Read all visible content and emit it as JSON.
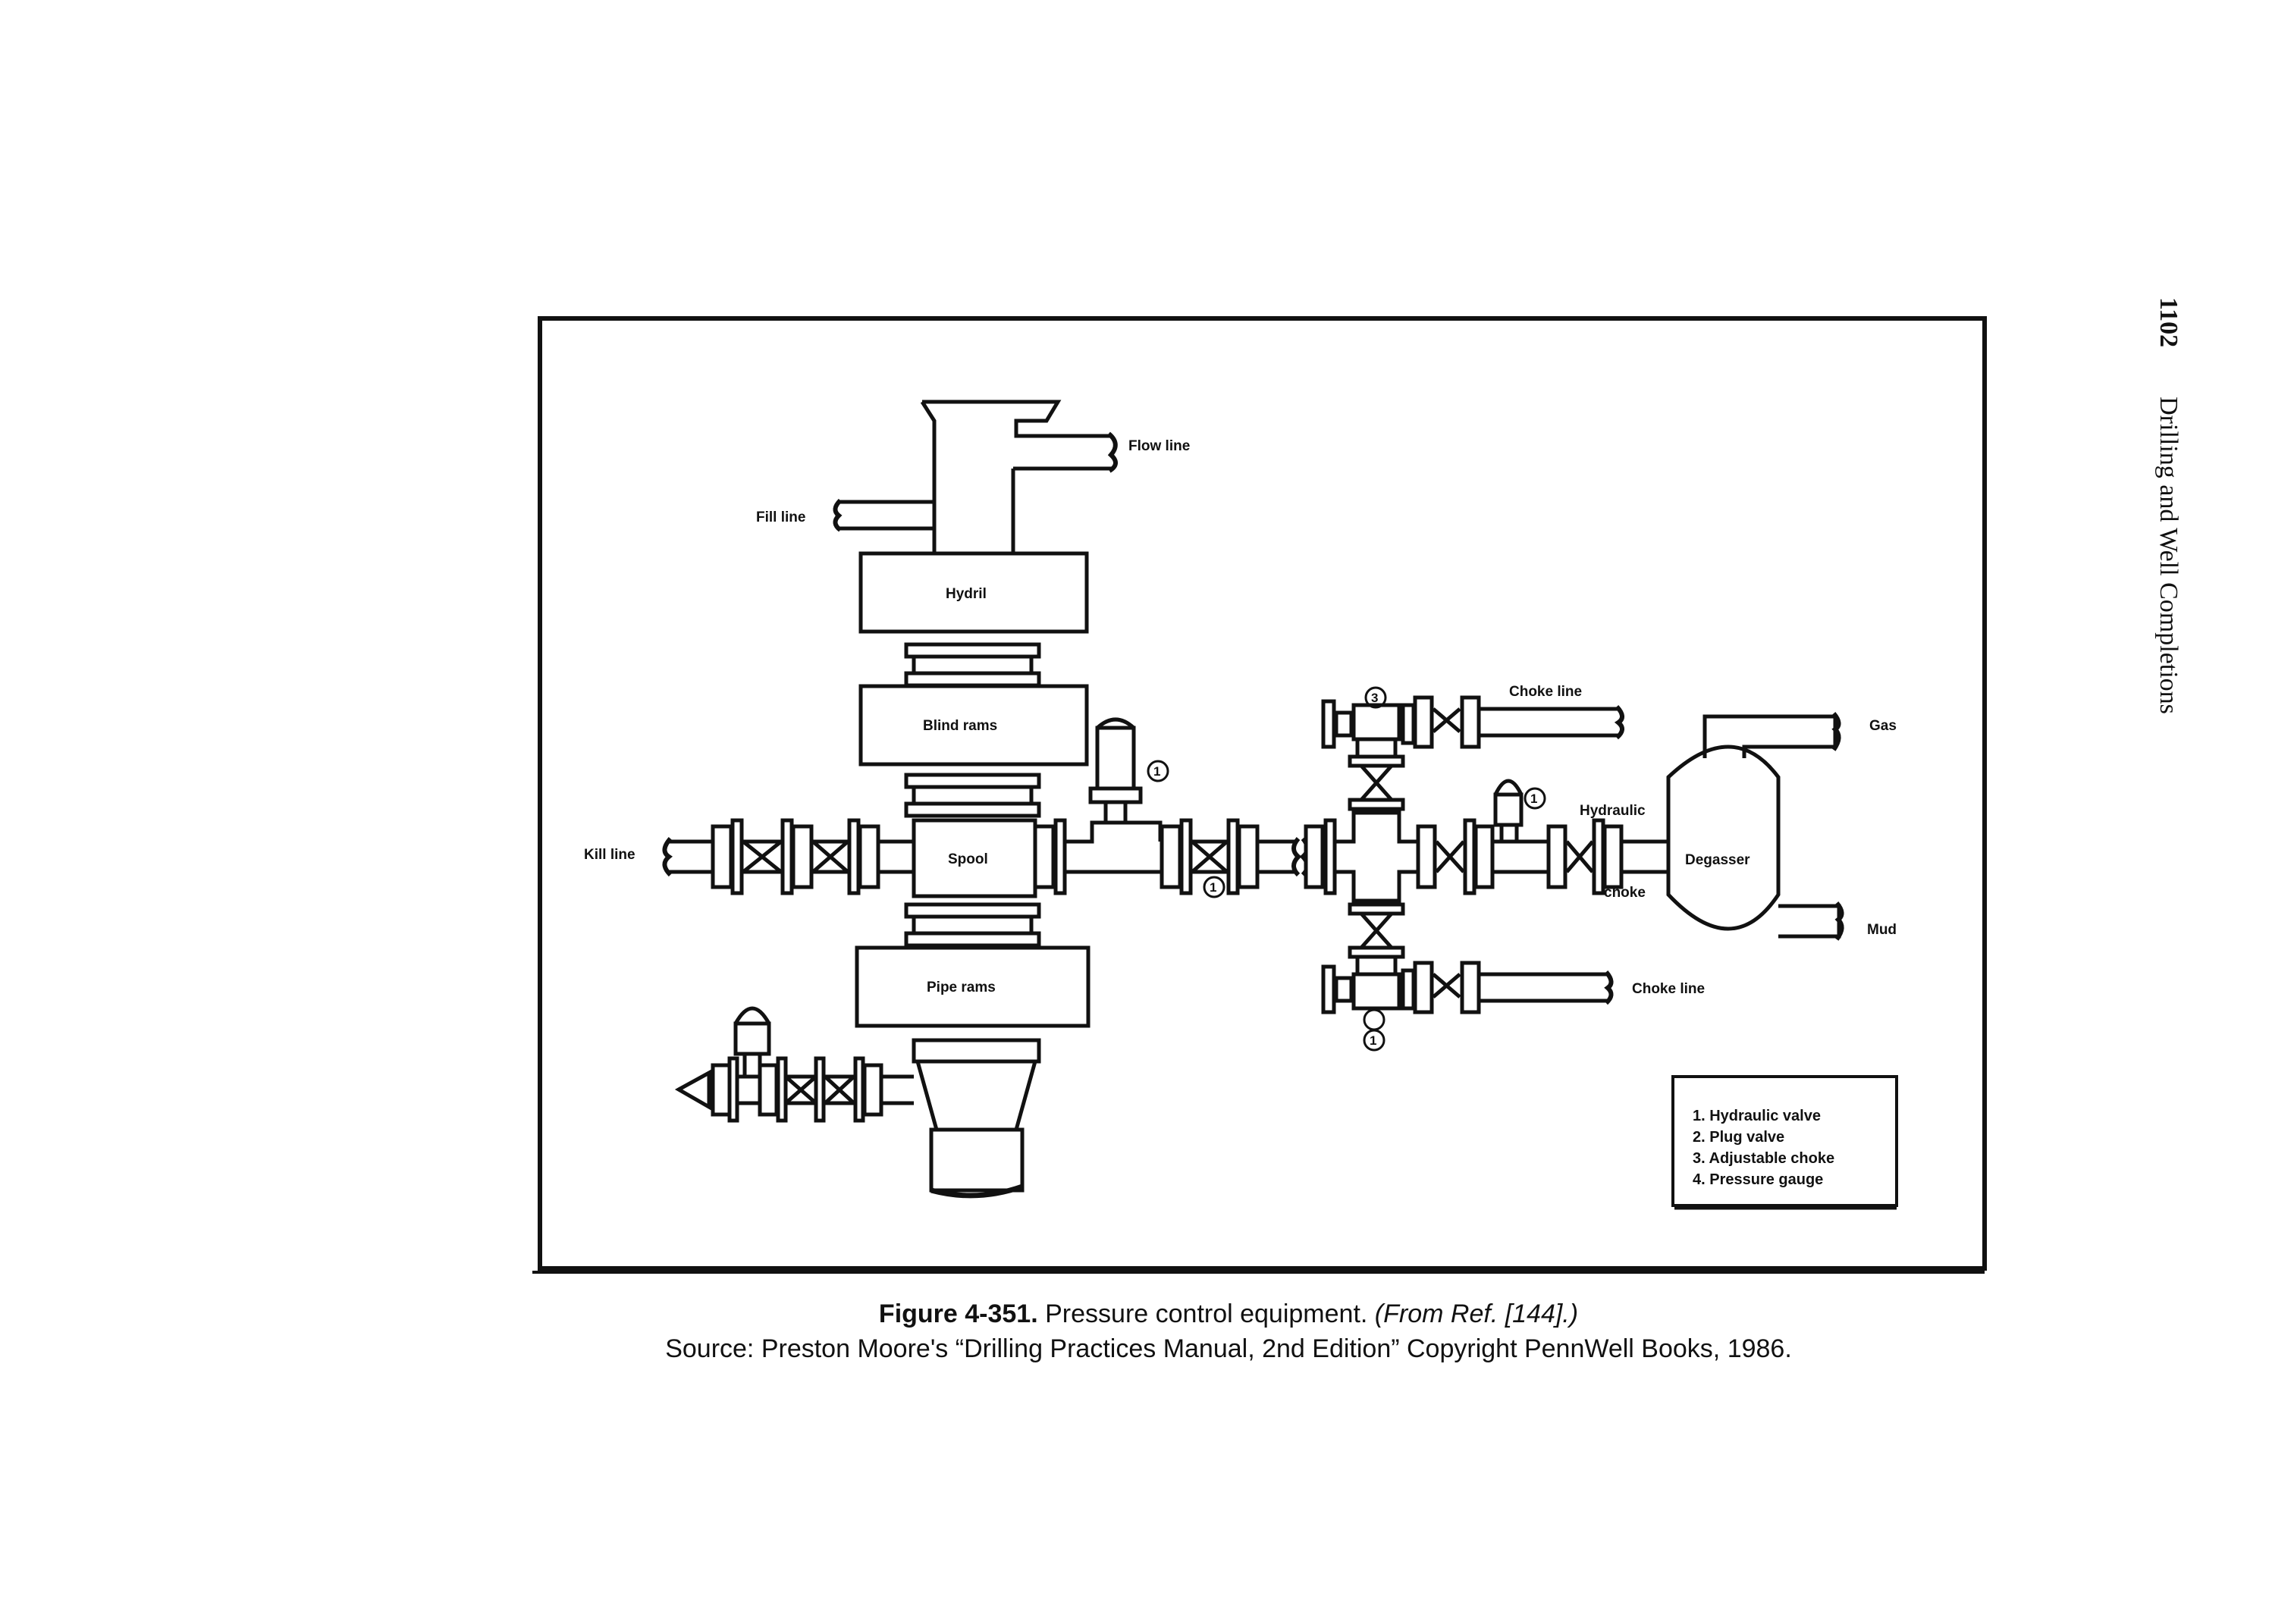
{
  "running_head": {
    "page_number": "1102",
    "book_title": "Drilling and Well Completions"
  },
  "diagram": {
    "labels": {
      "flow_line": "Flow line",
      "fill_line": "Fill line",
      "hydril": "Hydril",
      "blind_rams": "Blind rams",
      "spool": "Spool",
      "pipe_rams": "Pipe rams",
      "kill_line": "Kill line",
      "choke_line_top": "Choke line",
      "choke_line_bottom": "Choke line",
      "hydraulic": "Hydraulic",
      "choke": "choke",
      "degasser": "Degasser",
      "gas": "Gas",
      "mud": "Mud"
    },
    "valve_markers": [
      "1",
      "1",
      "3",
      "1",
      "1"
    ],
    "legend": [
      "1.  Hydraulic valve",
      "2.  Plug valve",
      "3.  Adjustable choke",
      "4.  Pressure gauge"
    ]
  },
  "caption": {
    "figure_label": "Figure 4-351.",
    "figure_text": "Pressure control equipment.",
    "reference": "(From Ref. [144].)",
    "source": "Source: Preston Moore's “Drilling Practices Manual, 2nd Edition” Copyright PennWell Books, 1986."
  }
}
